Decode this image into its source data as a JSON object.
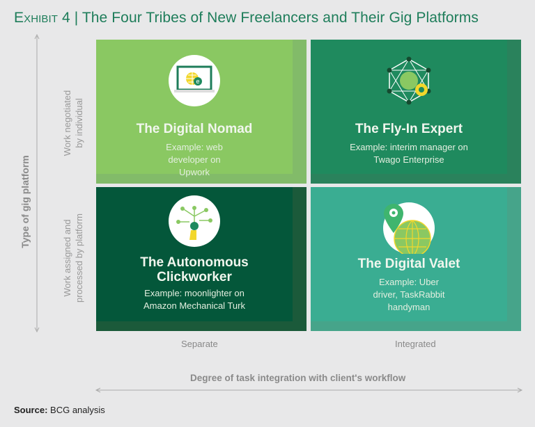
{
  "title": {
    "exhibit": "Exhibit 4",
    "separator": "|",
    "text": "The Four Tribes of New Freelancers and Their Gig Platforms"
  },
  "y_axis": {
    "label": "Type of gig platform",
    "top": "Work negotiated by individual",
    "bottom": "Work assigned and processed by platform"
  },
  "x_axis": {
    "label": "Degree of task integration with client's workflow",
    "left": "Separate",
    "right": "Integrated"
  },
  "quadrants": [
    {
      "name": "The Digital Nomad",
      "example": "Example: web developer on Upwork",
      "icon": "laptop-globe-icon"
    },
    {
      "name": "The Fly-In Expert",
      "example": "Example: interim manager on Twago Enterprise",
      "icon": "network-eye-icon"
    },
    {
      "name": "The Autonomous Clickworker",
      "example": "Example: moonlighter on Amazon Mechanical Turk",
      "icon": "hand-click-tree-icon"
    },
    {
      "name": "The Digital Valet",
      "example": "Example: Uber driver, TaskRabbit handyman",
      "icon": "globe-pin-icon"
    }
  ],
  "source": {
    "label": "Source:",
    "text": "BCG analysis"
  },
  "colors": {
    "nomad": "#8ac862",
    "expert": "#1f8a5e",
    "clickworker": "#04573a",
    "valet": "#3aad92",
    "title": "#1e7d5a"
  }
}
